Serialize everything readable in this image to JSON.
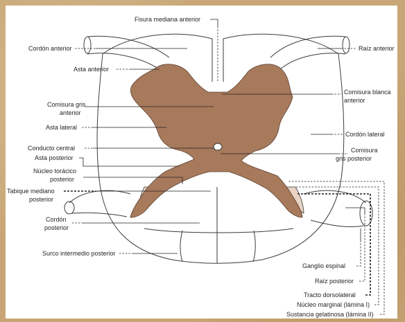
{
  "diagram": {
    "colors": {
      "gray_matter": "#a77a5c",
      "gelatinosa": "#e8d2c3",
      "background": "#c8a677"
    },
    "labels": {
      "fisura_mediana_anterior": "Fisura mediana anterior",
      "cordon_anterior": "Cordón anterior",
      "raiz_anterior": "Raíz anterior",
      "asta_anterior": "Asta anterior",
      "comisura_gris_anterior_1": "Comisura gris",
      "comisura_gris_anterior_2": "anterior",
      "comisura_blanca_anterior_1": "Comisura blanca",
      "comisura_blanca_anterior_2": "anterior",
      "asta_lateral": "Asta lateral",
      "cordon_lateral": "Cordón lateral",
      "conducto_central": "Conducto central",
      "comisura_gris_posterior_1": "Comisura",
      "comisura_gris_posterior_2": "gris posterior",
      "asta_posterior": "Asta posterior",
      "nucleo_toracico_1": "Núcleo torácico",
      "nucleo_toracico_2": "posterior",
      "tabique_mediano_1": "Tabique mediano",
      "tabique_mediano_2": "posterior",
      "cordon_posterior_1": "Cordón",
      "cordon_posterior_2": "posterior",
      "surco_intermedio": "Surco intermedio posterior",
      "ganglio_espinal": "Ganglio espinal",
      "raiz_posterior": "Raíz posterior",
      "tracto_dorsolateral": "Tracto dorsolateral",
      "nucleo_marginal": "Núcleo marginal (lámina I)",
      "sustancia_gelatinosa": "Sustancia gelatinosa (lámina II)"
    }
  }
}
